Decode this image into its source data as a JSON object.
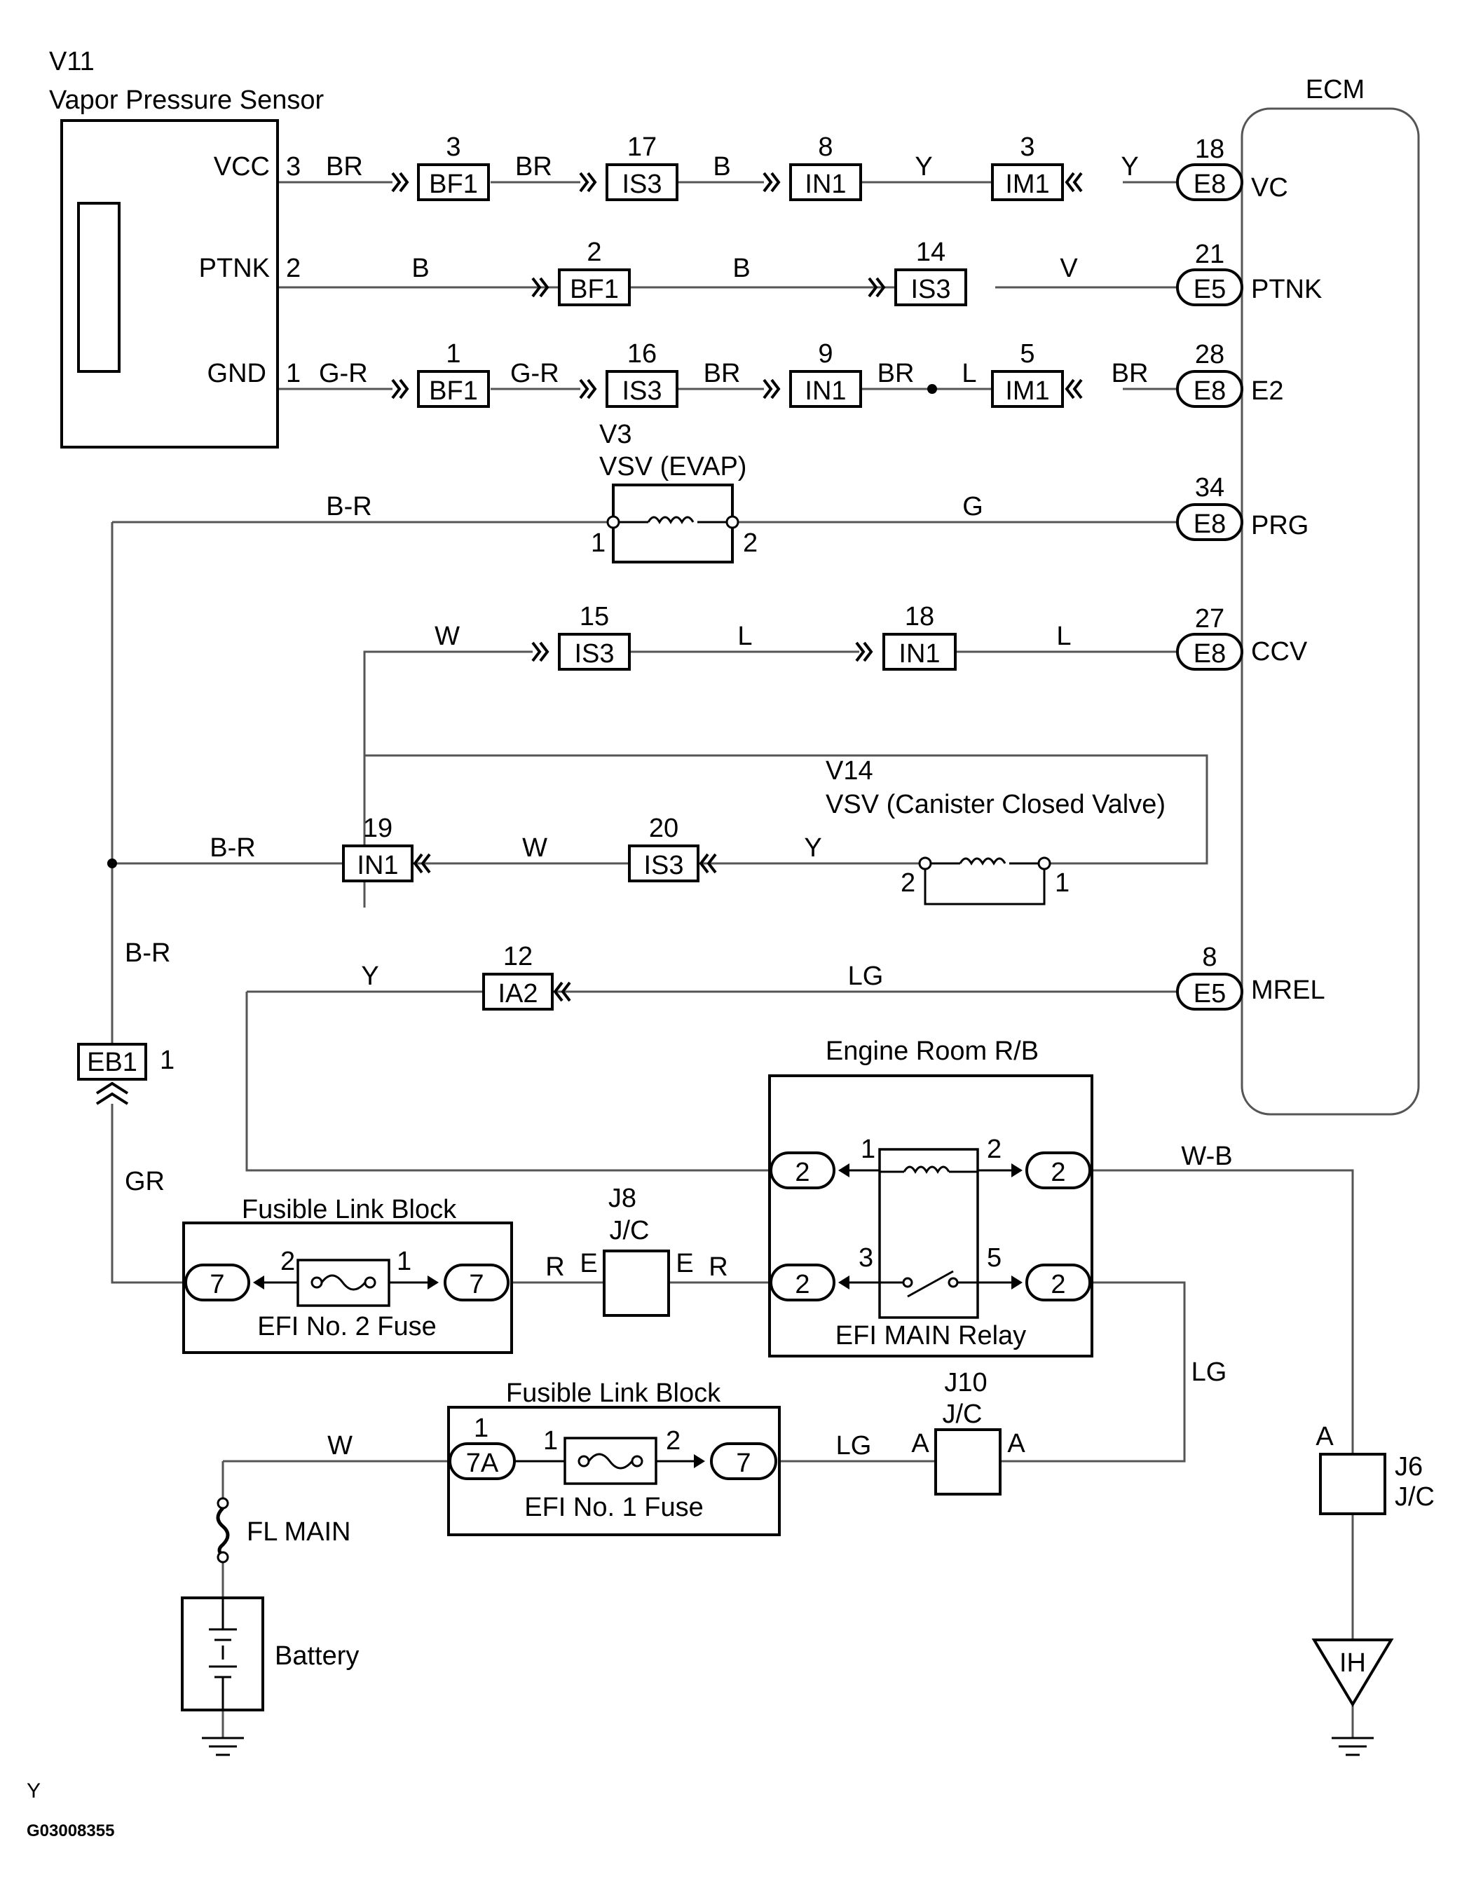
{
  "vapor_sensor": {
    "code": "V11",
    "name": "Vapor Pressure Sensor",
    "pin_vcc": "VCC",
    "pin_ptnk": "PTNK",
    "pin_gnd": "GND",
    "n3": "3",
    "n2": "2",
    "n1": "1"
  },
  "ecm": {
    "name": "ECM",
    "vc": "VC",
    "ptnk": "PTNK",
    "e2": "E2",
    "prg": "PRG",
    "ccv": "CCV",
    "mrel": "MREL"
  },
  "row_vc": {
    "w1": "BR",
    "c1": "BF1",
    "c1n": "3",
    "w2": "BR",
    "c2": "IS3",
    "c2n": "17",
    "w3": "B",
    "c3": "IN1",
    "c3n": "8",
    "w4": "Y",
    "c4": "IM1",
    "c4n": "3",
    "w5": "Y",
    "ecm_conn": "E8",
    "ecm_pin": "18"
  },
  "row_ptnk": {
    "w1": "B",
    "c1": "BF1",
    "c1n": "2",
    "w2": "B",
    "c2": "IS3",
    "c2n": "14",
    "w3": "V",
    "ecm_conn": "E5",
    "ecm_pin": "21"
  },
  "row_e2": {
    "w1": "G-R",
    "c1": "BF1",
    "c1n": "1",
    "w2": "G-R",
    "c2": "IS3",
    "c2n": "16",
    "w3": "BR",
    "c3": "IN1",
    "c3n": "9",
    "w4": "BR",
    "w5": "L",
    "c4": "IM1",
    "c4n": "5",
    "w6": "BR",
    "ecm_conn": "E8",
    "ecm_pin": "28"
  },
  "vsv_evap": {
    "code": "V3",
    "name": "VSV (EVAP)",
    "p1": "1",
    "p2": "2",
    "w_left": "B-R",
    "w_right": "G",
    "ecm_conn": "E8",
    "ecm_pin": "34"
  },
  "row_ccv": {
    "w1": "W",
    "c1": "IS3",
    "c1n": "15",
    "w2": "L",
    "c2": "IN1",
    "c2n": "18",
    "w3": "L",
    "ecm_conn": "E8",
    "ecm_pin": "27"
  },
  "vsv_ccv": {
    "code": "V14",
    "name": "VSV (Canister Closed Valve)",
    "p2": "2",
    "p1": "1",
    "w1": "B-R",
    "c1": "IN1",
    "c1n": "19",
    "w2": "W",
    "c2": "IS3",
    "c2n": "20",
    "w3": "Y"
  },
  "left_bus": {
    "w1": "B-R",
    "conn": "EB1",
    "conn_pin": "1",
    "w2": "GR"
  },
  "row_mrel": {
    "w1": "Y",
    "c1": "IA2",
    "c1n": "12",
    "w2": "LG",
    "ecm_conn": "E5",
    "ecm_pin": "8"
  },
  "engine_rb": {
    "title": "Engine Room R/B",
    "relay": "EFI MAIN Relay",
    "c": "2",
    "p1": "1",
    "p2": "2",
    "p3": "3",
    "p5": "5",
    "w_out": "W-B",
    "w_lg": "LG"
  },
  "fusible1": {
    "title": "Fusible Link Block",
    "fuse": "EFI No. 2 Fuse",
    "c_left": "7",
    "c_right": "7",
    "p2": "2",
    "p1": "1",
    "w_out": "R"
  },
  "j8": {
    "code": "J8",
    "type": "J/C",
    "e_left": "E",
    "e_right": "E",
    "w_out": "R"
  },
  "fusible2": {
    "title": "Fusible Link Block",
    "fuse": "EFI No. 1 Fuse",
    "c_left": "7A",
    "c_right": "7",
    "p_top": "1",
    "p1": "1",
    "p2": "2",
    "w_in": "W",
    "w_out": "LG"
  },
  "j10": {
    "code": "J10",
    "type": "J/C",
    "a_left": "A",
    "a_right": "A"
  },
  "j6": {
    "code": "J6",
    "type": "J/C",
    "a": "A"
  },
  "ground": {
    "code": "IH"
  },
  "fl_main": "FL MAIN",
  "battery": "Battery",
  "footer": {
    "mark": "Y",
    "code": "G03008355"
  }
}
